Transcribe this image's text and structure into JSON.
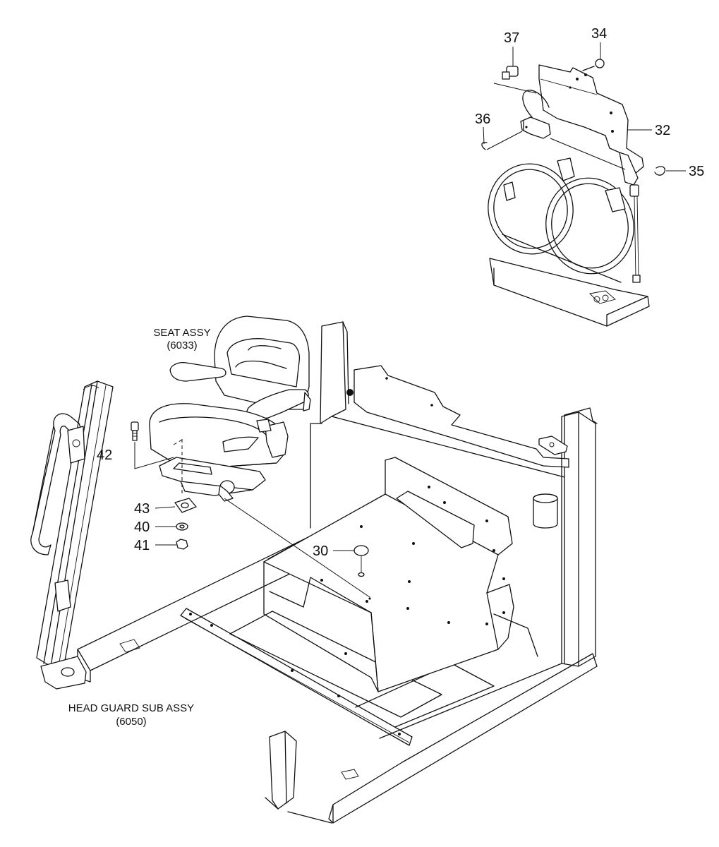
{
  "callouts": {
    "c37": "37",
    "c34": "34",
    "c36": "36",
    "c32": "32",
    "c35": "35",
    "c42": "42",
    "c43": "43",
    "c40": "40",
    "c41": "41",
    "c30": "30"
  },
  "captions": {
    "seat_assy_name": "SEAT ASSY",
    "seat_assy_code": "(6033)",
    "head_guard_name": "HEAD GUARD SUB ASSY",
    "head_guard_code": "(6050)"
  }
}
